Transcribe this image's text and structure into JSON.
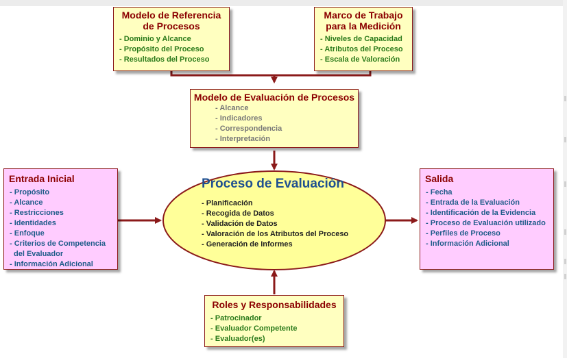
{
  "colors": {
    "border": "#8b1a1a",
    "arrow": "#8b1a1a",
    "yellow_fill": "#ffffc0",
    "pink_fill": "#ffccff",
    "ellipse_fill": "#ffff99",
    "title_red": "#8b0000",
    "title_blue": "#1f5090",
    "item_green": "#2a7a1a",
    "item_grey": "#777777",
    "item_blue": "#1f5c8a"
  },
  "modelo_referencia": {
    "title_line1": "Modelo de Referencia",
    "title_line2": "de Procesos",
    "items": [
      "Dominio y Alcance",
      "Propósito del Proceso",
      "Resultados del Proceso"
    ]
  },
  "marco_trabajo": {
    "title_line1": "Marco de Trabajo",
    "title_line2": "para la Medición",
    "items": [
      "Niveles de Capacidad",
      "Atributos del Proceso",
      "Escala de Valoración"
    ]
  },
  "modelo_evaluacion": {
    "title": "Modelo de Evaluación de Procesos",
    "items": [
      "Alcance",
      "Indicadores",
      "Correspondencia",
      "Interpretación"
    ]
  },
  "entrada_inicial": {
    "title": "Entrada Inicial",
    "items": [
      "Propósito",
      "Alcance",
      "Restricciones",
      "Identidades",
      "Enfoque",
      "Criterios de Competencia",
      "del Evaluador",
      "Información Adicional"
    ]
  },
  "salida": {
    "title": "Salida",
    "items": [
      "Fecha",
      "Entrada de la Evaluación",
      "Identificación de la Evidencia",
      "Proceso de Evaluación utilizado",
      "Perfiles de Proceso",
      "Información Adicional"
    ]
  },
  "proceso_evaluacion": {
    "title": "Proceso de Evaluación",
    "items": [
      "Planificación",
      "Recogida de Datos",
      "Validación de Datos",
      "Valoración de los Atributos del Proceso",
      "Generación de Informes"
    ]
  },
  "roles": {
    "title": "Roles y Responsabilidades",
    "items": [
      "Patrocinador",
      "Evaluador Competente",
      "Evaluador(es)"
    ]
  }
}
